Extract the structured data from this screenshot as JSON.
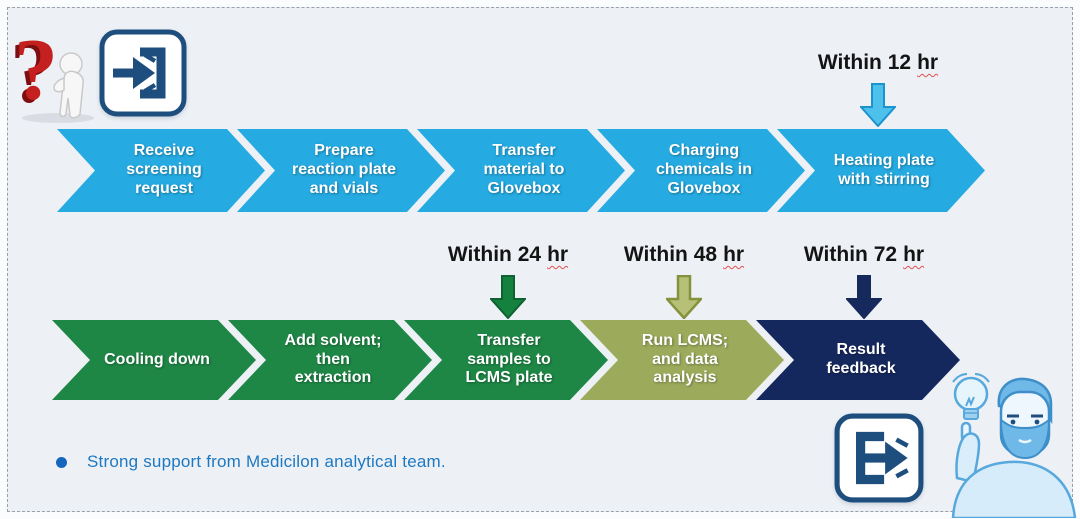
{
  "flow": {
    "top_row": {
      "color": "#25aae1",
      "steps": [
        "Receive screening request",
        "Prepare reaction plate and vials",
        "Transfer material to Glovebox",
        "Charging chemicals in Glovebox",
        "Heating plate with stirring"
      ]
    },
    "bottom_row": {
      "steps": [
        {
          "label": "Cooling down",
          "color": "#1e8745"
        },
        {
          "label": "Add solvent; then extraction",
          "color": "#1e8745"
        },
        {
          "label": "Transfer samples to LCMS plate",
          "color": "#1e8745"
        },
        {
          "label": "Run LCMS; and data analysis",
          "color": "#9caa5c"
        },
        {
          "label": "Result feedback",
          "color": "#15285e"
        }
      ]
    },
    "annotations": [
      {
        "prefix": "Within 12",
        "unit": "hr",
        "arrow_color": "#4ec0ec"
      },
      {
        "prefix": "Within 24",
        "unit": "hr",
        "arrow_color": "#15813f"
      },
      {
        "prefix": "Within 48",
        "unit": "hr",
        "arrow_color": "#b7c077"
      },
      {
        "prefix": "Within 72",
        "unit": "hr",
        "arrow_color": "#16295d"
      }
    ]
  },
  "footnote": {
    "text": "Strong support from Medicilon analytical team."
  },
  "icons": {
    "question_figure": "red-3d-question-mark-with-thinking-figure",
    "login": "enter-arrow-into-door-icon",
    "logout": "exit-arrow-out-of-door-icon",
    "idea": "lightbulb-icon",
    "person": "man-pointing-at-lightbulb-illustration",
    "bullet": "blue-bullet-dot"
  },
  "style_colors": {
    "background_panel": "#edf1f6",
    "dashed_border": "#98a0aa",
    "chevron_text": "#ffffff",
    "annotation_text": "#141414",
    "spellcheck_underline": "#e05252",
    "footnote_text": "#1d78c1",
    "icon_blue": "#1e4e7d"
  }
}
